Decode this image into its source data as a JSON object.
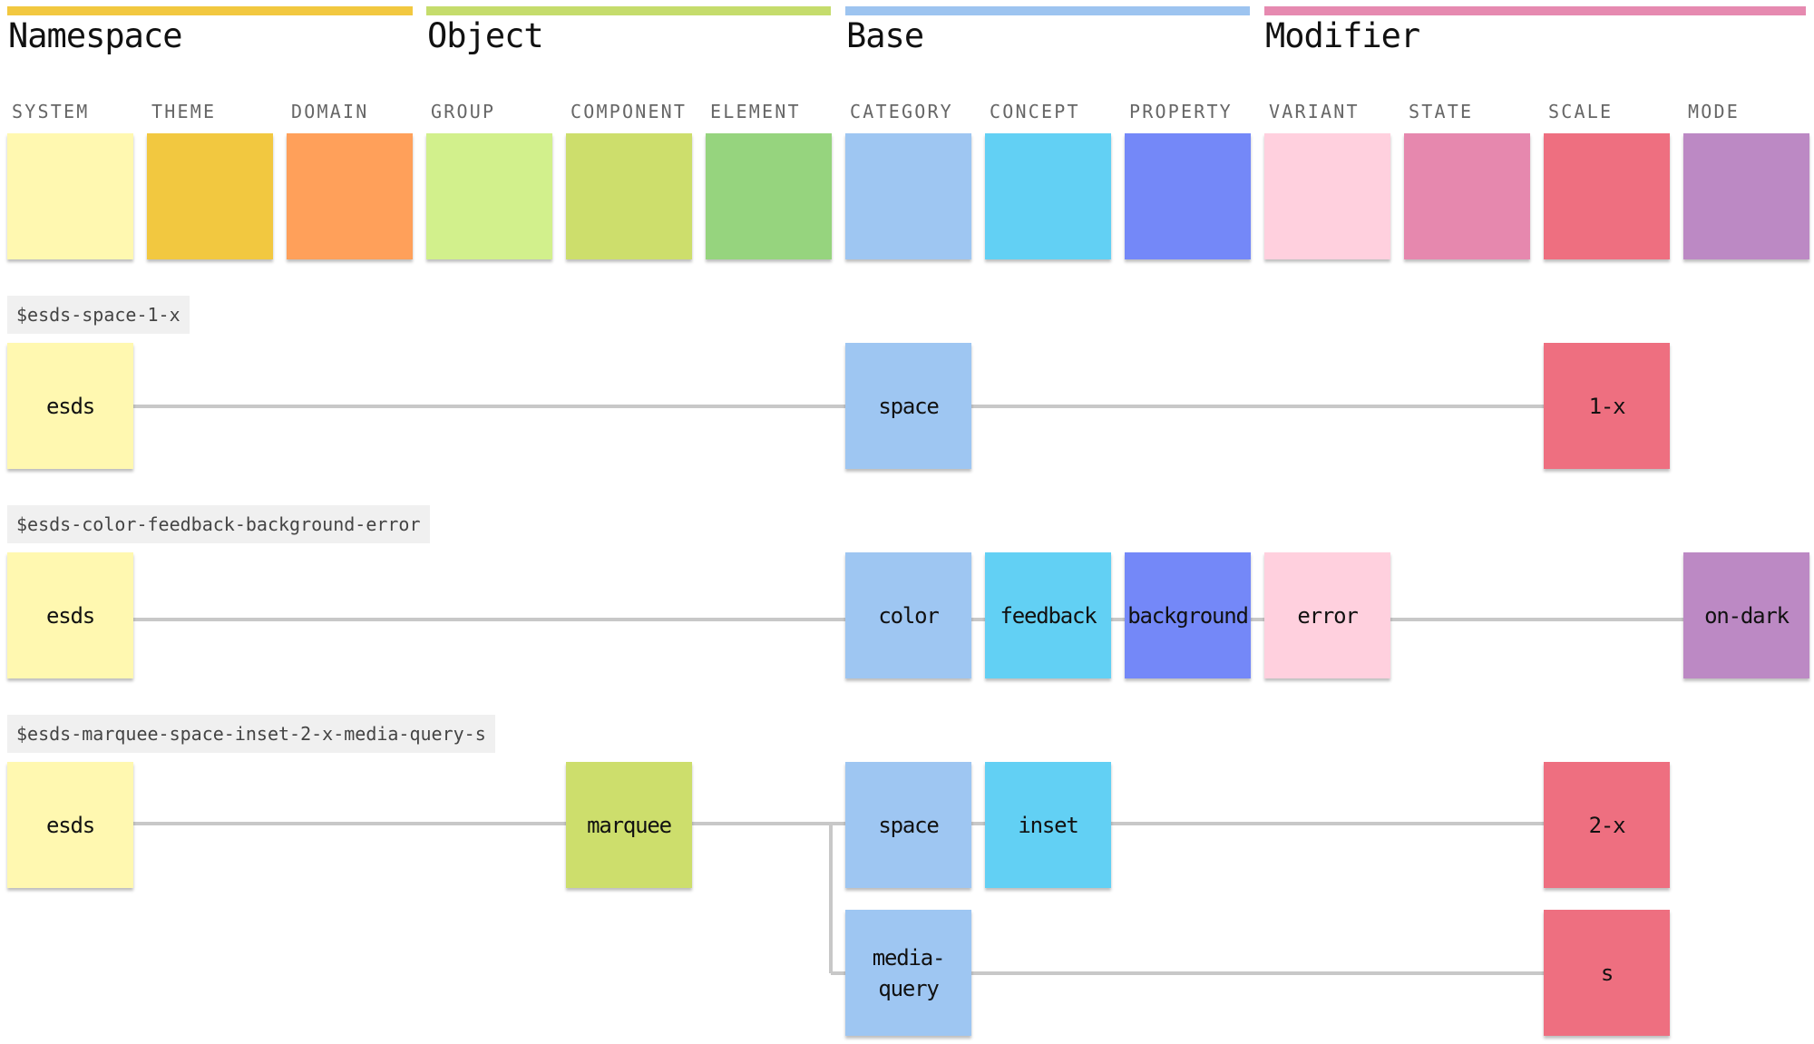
{
  "groups": [
    {
      "title": "Namespace",
      "color": "#f2c840"
    },
    {
      "title": "Object",
      "color": "#c5dc6c"
    },
    {
      "title": "Base",
      "color": "#9dc4f0"
    },
    {
      "title": "Modifier",
      "color": "#e68ab0"
    }
  ],
  "categories": [
    {
      "label": "SYSTEM",
      "color": "#fff8b0"
    },
    {
      "label": "THEME",
      "color": "#f2c840"
    },
    {
      "label": "DOMAIN",
      "color": "#ffa05a"
    },
    {
      "label": "GROUP",
      "color": "#d2f08c"
    },
    {
      "label": "COMPONENT",
      "color": "#cdde6c"
    },
    {
      "label": "ELEMENT",
      "color": "#96d47e"
    },
    {
      "label": "CATEGORY",
      "color": "#9ec6f2"
    },
    {
      "label": "CONCEPT",
      "color": "#62d0f4"
    },
    {
      "label": "PROPERTY",
      "color": "#7488f8"
    },
    {
      "label": "VARIANT",
      "color": "#ffd0de"
    },
    {
      "label": "STATE",
      "color": "#e688ae"
    },
    {
      "label": "SCALE",
      "color": "#ee6f80"
    },
    {
      "label": "MODE",
      "color": "#bc89c4"
    }
  ],
  "tokens": [
    {
      "name": "$esds-space-1-x",
      "parts": [
        {
          "text": "esds",
          "category": "SYSTEM"
        },
        {
          "text": "space",
          "category": "CATEGORY"
        },
        {
          "text": "1-x",
          "category": "SCALE"
        }
      ]
    },
    {
      "name": "$esds-color-feedback-background-error",
      "parts": [
        {
          "text": "esds",
          "category": "SYSTEM"
        },
        {
          "text": "color",
          "category": "CATEGORY"
        },
        {
          "text": "feedback",
          "category": "CONCEPT"
        },
        {
          "text": "background",
          "category": "PROPERTY"
        },
        {
          "text": "error",
          "category": "VARIANT"
        },
        {
          "text": "on-dark",
          "category": "MODE"
        }
      ]
    },
    {
      "name": "$esds-marquee-space-inset-2-x-media-query-s",
      "parts": [
        {
          "text": "esds",
          "category": "SYSTEM"
        },
        {
          "text": "marquee",
          "category": "COMPONENT"
        },
        {
          "text": "space",
          "category": "CATEGORY"
        },
        {
          "text": "inset",
          "category": "CONCEPT"
        },
        {
          "text": "2-x",
          "category": "SCALE"
        },
        {
          "text": "media-\nquery",
          "category": "CATEGORY"
        },
        {
          "text": "s",
          "category": "SCALE"
        }
      ]
    }
  ]
}
